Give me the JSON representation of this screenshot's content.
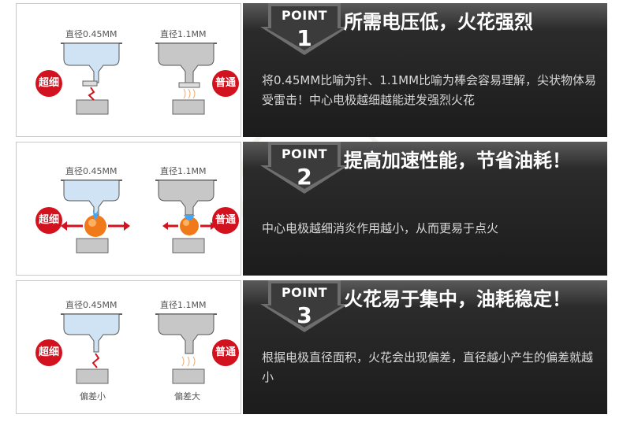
{
  "rows": [
    {
      "point_label": "POINT",
      "point_number": "1",
      "headline": "所需电压低，火花强烈",
      "description": "将0.45MM比喻为针、1.1MM比喻为棒会容易理解，尖状物体易受雷击！中心电极越细越能迸发强烈火花",
      "left_diameter": "直径0.45MM",
      "right_diameter": "直径1.1MM",
      "left_tag": "超细",
      "right_tag": "普通"
    },
    {
      "point_label": "POINT",
      "point_number": "2",
      "headline": "提高加速性能，节省油耗！",
      "description": "中心电极越细消炎作用越小，从而更易于点火",
      "left_diameter": "直径0.45MM",
      "right_diameter": "直径1.1MM",
      "left_tag": "超细",
      "right_tag": "普通"
    },
    {
      "point_label": "POINT",
      "point_number": "3",
      "headline": "火花易于集中，油耗稳定！",
      "description": "根据电极直径面积，火花会出现偏差，直径越小产生的偏差就越小",
      "left_diameter": "直径0.45MM",
      "right_diameter": "直径1.1MM",
      "left_tag": "超细",
      "right_tag": "普通",
      "left_under": "偏差小",
      "right_under": "偏差大"
    }
  ],
  "colors": {
    "tag_red": "#d2121e",
    "electrode_blue": "#cfe3f4",
    "electrode_gray": "#c7c7c7",
    "fire_orange": "#f07a1a"
  }
}
